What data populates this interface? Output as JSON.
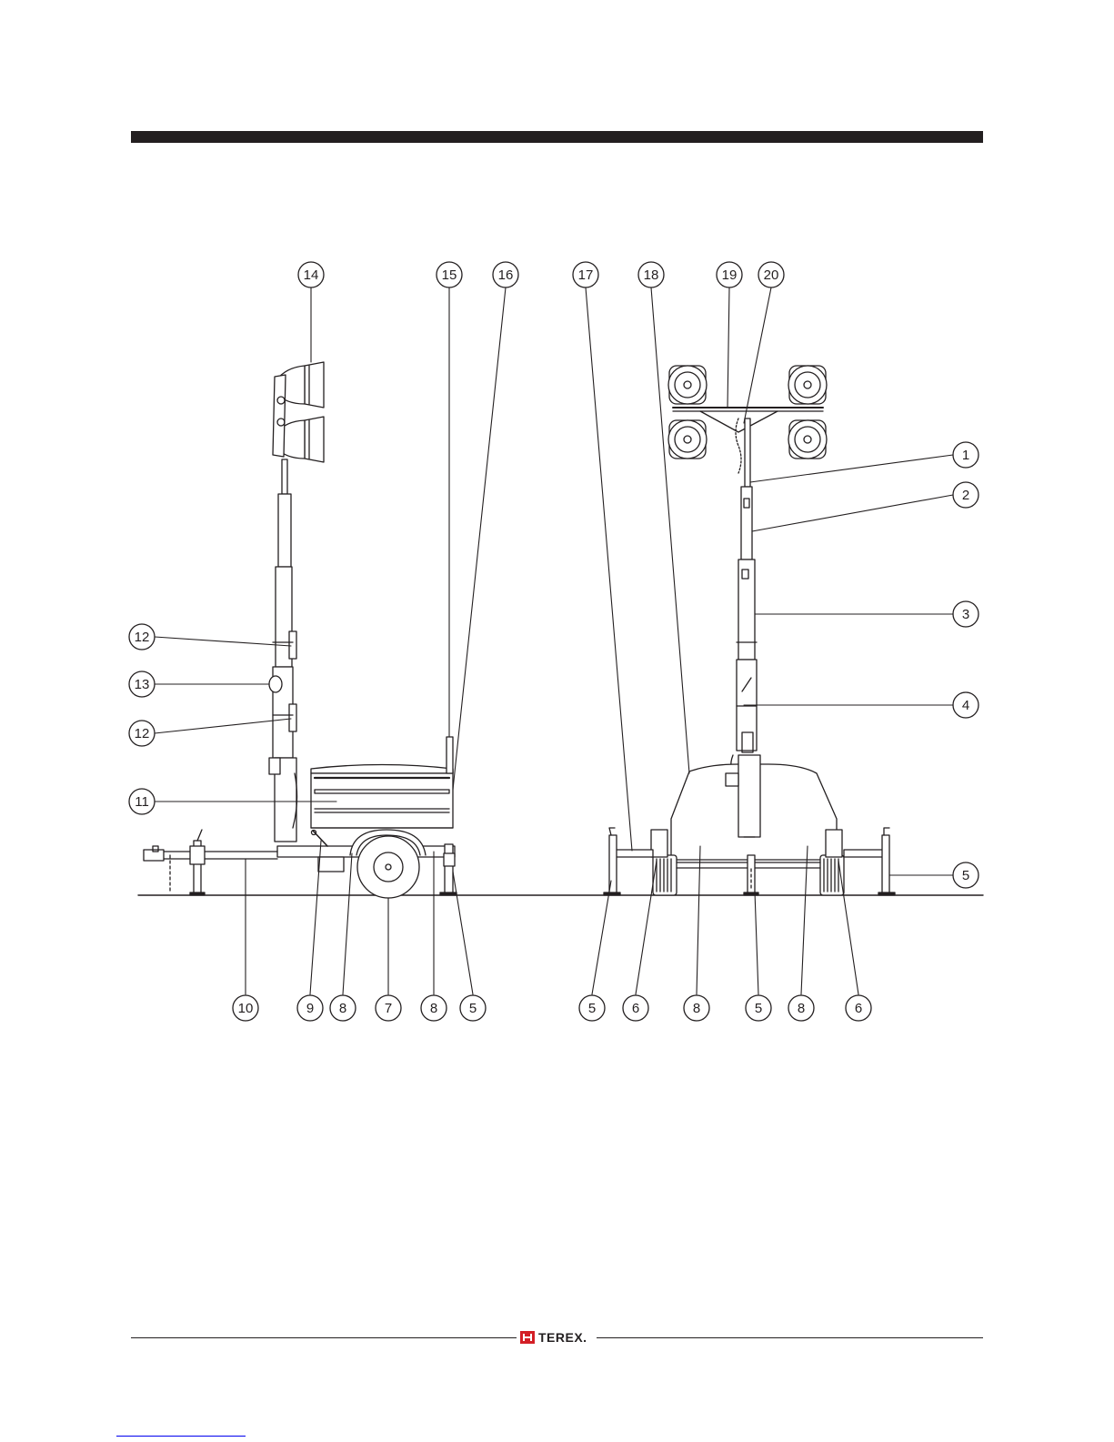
{
  "callouts": [
    {
      "label": "14"
    },
    {
      "label": "15"
    },
    {
      "label": "16"
    },
    {
      "label": "17"
    },
    {
      "label": "18"
    },
    {
      "label": "19"
    },
    {
      "label": "20"
    },
    {
      "label": "1"
    },
    {
      "label": "2"
    },
    {
      "label": "3"
    },
    {
      "label": "4"
    },
    {
      "label": "5"
    },
    {
      "label": "12"
    },
    {
      "label": "13"
    },
    {
      "label": "12"
    },
    {
      "label": "11"
    },
    {
      "label": "10"
    },
    {
      "label": "9"
    },
    {
      "label": "8"
    },
    {
      "label": "7"
    },
    {
      "label": "8"
    },
    {
      "label": "5"
    },
    {
      "label": "5"
    },
    {
      "label": "6"
    },
    {
      "label": "8"
    },
    {
      "label": "5"
    },
    {
      "label": "8"
    },
    {
      "label": "6"
    }
  ],
  "footer": {
    "brand": "TEREX."
  }
}
